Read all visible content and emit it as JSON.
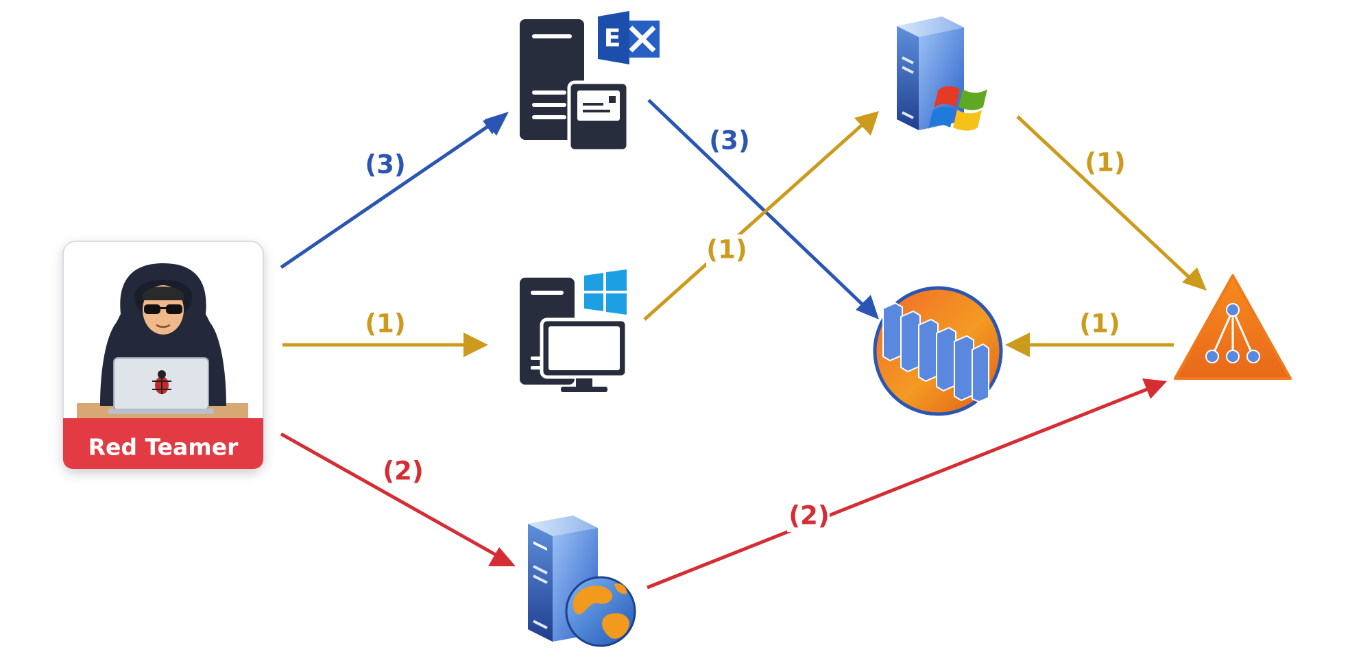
{
  "actor": {
    "label": "Red Teamer"
  },
  "colors": {
    "path1": "#CC9A1C",
    "path2": "#D42E34",
    "path3": "#2A55B2",
    "label_bg": "#E23B44"
  },
  "nodes": [
    {
      "id": "red-teamer",
      "icon": "hooded-hacker-laptop-icon"
    },
    {
      "id": "exchange-mail-server",
      "icon": "exchange-mail-server-icon"
    },
    {
      "id": "windows-workstation",
      "icon": "windows-workstation-icon"
    },
    {
      "id": "web-server",
      "icon": "web-server-globe-icon"
    },
    {
      "id": "windows-server",
      "icon": "windows-server-icon"
    },
    {
      "id": "server-farm",
      "icon": "server-farm-icon"
    },
    {
      "id": "domain-controller",
      "icon": "domain-network-warning-icon"
    }
  ],
  "edges": [
    {
      "id": "e1",
      "from": "red-teamer",
      "to": "exchange-mail-server",
      "path": "3",
      "label": "(3)"
    },
    {
      "id": "e2",
      "from": "red-teamer",
      "to": "windows-workstation",
      "path": "1",
      "label": "(1)"
    },
    {
      "id": "e3",
      "from": "red-teamer",
      "to": "web-server",
      "path": "2",
      "label": "(2)"
    },
    {
      "id": "e4",
      "from": "exchange-mail-server",
      "to": "server-farm",
      "path": "3",
      "label": "(3)"
    },
    {
      "id": "e5",
      "from": "windows-workstation",
      "to": "windows-server",
      "path": "1",
      "label": "(1)"
    },
    {
      "id": "e6",
      "from": "windows-server",
      "to": "domain-controller",
      "path": "1",
      "label": "(1)"
    },
    {
      "id": "e7",
      "from": "domain-controller",
      "to": "server-farm",
      "path": "1",
      "label": "(1)"
    },
    {
      "id": "e8",
      "from": "web-server",
      "to": "domain-controller",
      "path": "2",
      "label": "(2)"
    }
  ]
}
